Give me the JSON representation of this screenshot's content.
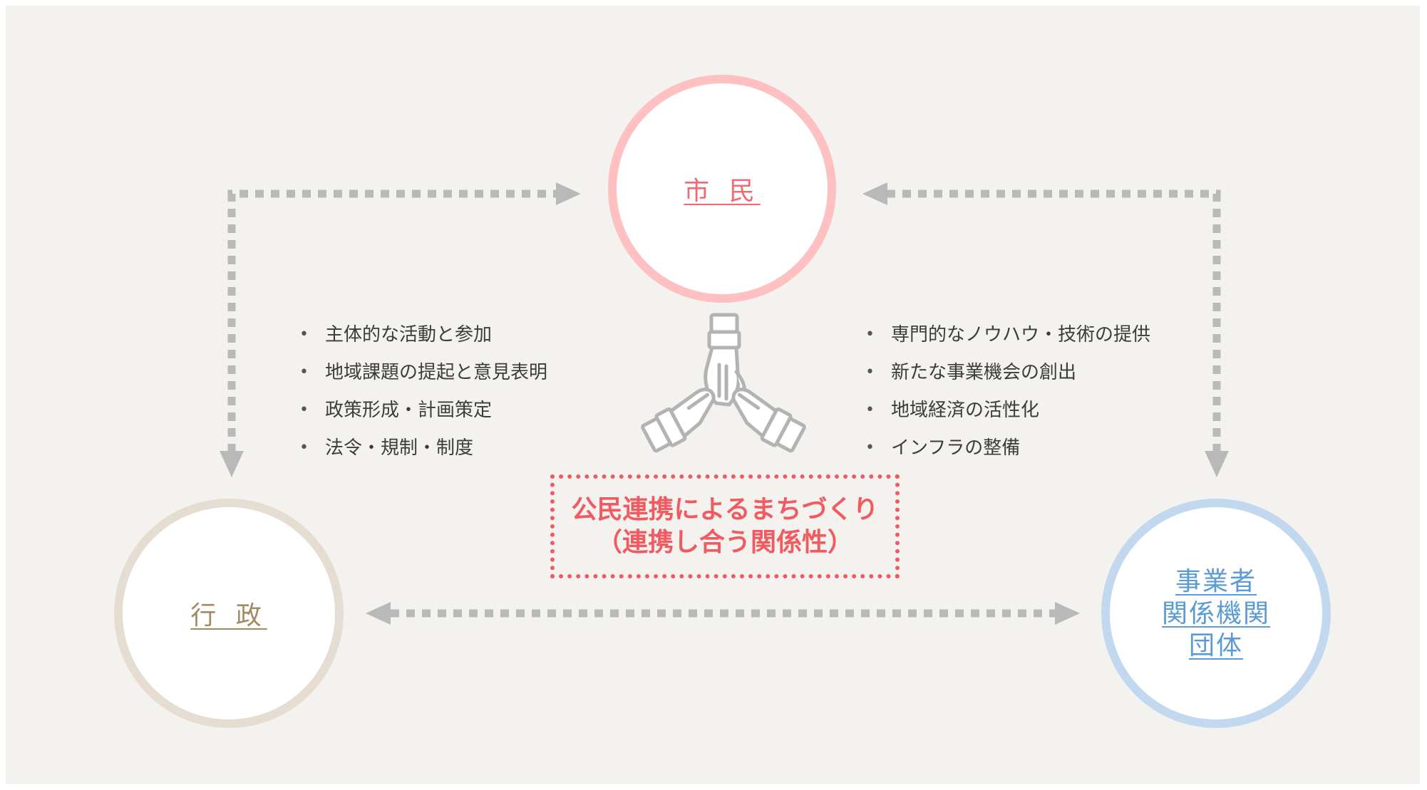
{
  "nodes": {
    "citizen": {
      "label": "市 民"
    },
    "administration": {
      "label": "行 政"
    },
    "business": {
      "lines": [
        "事業者",
        "関係機関",
        "団体"
      ]
    }
  },
  "citizen_roles": [
    "主体的な活動と参加",
    "地域課題の提起と意見表明",
    "政策形成・計画策定",
    "法令・規制・制度"
  ],
  "business_roles": [
    "専門的なノウハウ・技術の提供",
    "新たな事業機会の創出",
    "地域経済の活性化",
    "インフラの整備"
  ],
  "center": {
    "title": "公民連携によるまちづくり",
    "subtitle": "（連携し合う関係性）"
  },
  "colors": {
    "citizen": "#ef6a73",
    "administration": "#a48a63",
    "business": "#5b9bd5",
    "connector": "#b9b9b9",
    "highlight": "#f05a61"
  },
  "icons": {
    "center": "joined-hands-icon",
    "connectors": "dotted-double-arrow-icon"
  }
}
